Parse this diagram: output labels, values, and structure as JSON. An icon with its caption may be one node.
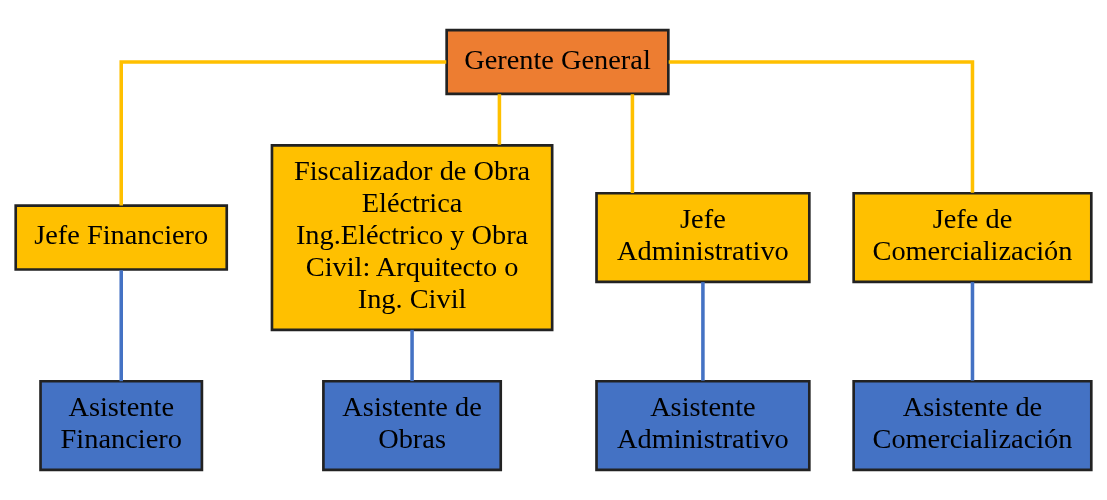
{
  "diagram": {
    "nodes": [
      {
        "text": [
          "Gerente General"
        ]
      },
      {
        "text": [
          "Jefe Financiero"
        ]
      },
      {
        "text": [
          "Fiscalizador de Obra Eléctrica Ing.Eléctrico y Obra Civil: Arquitecto o Ing. Civil"
        ]
      },
      {
        "text": [
          "Jefe Administrativo"
        ]
      },
      {
        "text": [
          "Jefe de Comercialización"
        ]
      },
      {
        "text": [
          "Asistente Financiero"
        ]
      },
      {
        "text": [
          "Asistente de Obras"
        ]
      },
      {
        "text": [
          "Asistente Administrativo"
        ]
      },
      {
        "text": [
          "Asistente de Comercialización"
        ]
      }
    ],
    "edges": [
      {
        "from": 0,
        "to": 1,
        "arrow": "none",
        "color": "#ffc000"
      },
      {
        "from": 0,
        "to": 2,
        "arrow": "none",
        "color": "#ffc000"
      },
      {
        "from": 0,
        "to": 3,
        "arrow": "none",
        "color": "#ffc000"
      },
      {
        "from": 0,
        "to": 4,
        "arrow": "none",
        "color": "#ffc000"
      },
      {
        "from": 1,
        "to": 5,
        "arrow": "none",
        "color": "#4472c4"
      },
      {
        "from": 2,
        "to": 6,
        "arrow": "none",
        "color": "#4472c4"
      },
      {
        "from": 3,
        "to": 7,
        "arrow": "none",
        "color": "#4472c4"
      },
      {
        "from": 4,
        "to": 8,
        "arrow": "none",
        "color": "#4472c4"
      }
    ]
  }
}
